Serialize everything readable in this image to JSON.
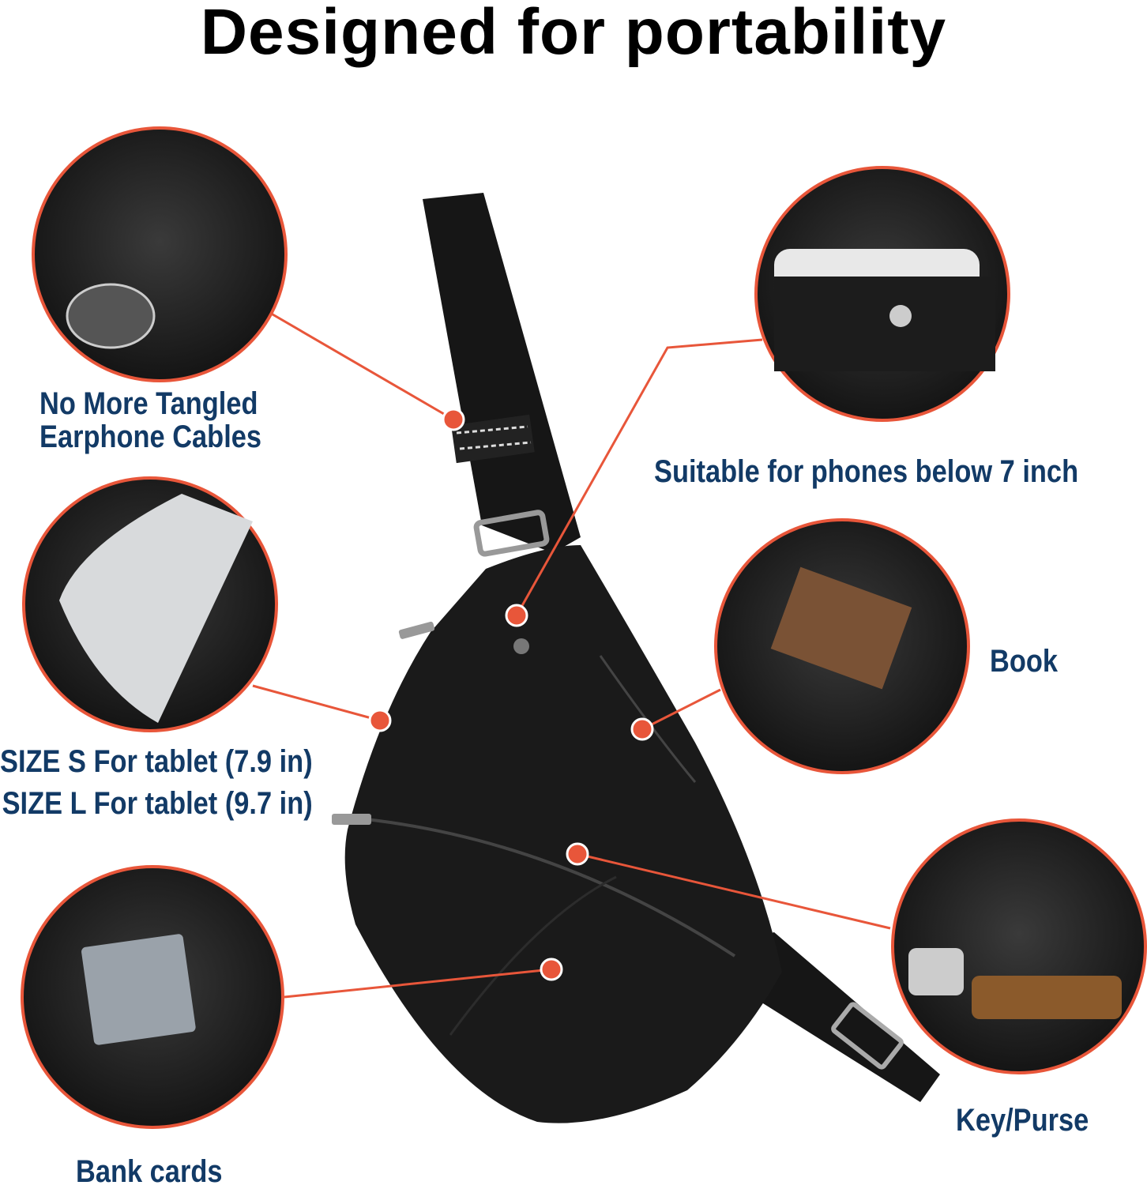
{
  "title": "Designed for portability",
  "features": [
    {
      "label_lines": [
        "No More Tangled",
        "Earphone Cables"
      ],
      "icon": "sunglasses-strap"
    },
    {
      "label_lines": [
        "Suitable for phones below 7 inch"
      ],
      "icon": "phone-pocket"
    },
    {
      "label_lines": [
        "SIZE S For tablet (7.9 in)",
        "SIZE L For tablet (9.7 in)"
      ],
      "icon": "tablet"
    },
    {
      "label_lines": [
        "Book"
      ],
      "icon": "book"
    },
    {
      "label_lines": [
        "Bank cards"
      ],
      "icon": "bank-card"
    },
    {
      "label_lines": [
        "Key/Purse"
      ],
      "icon": "key-purse"
    }
  ],
  "colors": {
    "accent": "#e8563a",
    "text": "#123a66",
    "bag": "#141414"
  }
}
